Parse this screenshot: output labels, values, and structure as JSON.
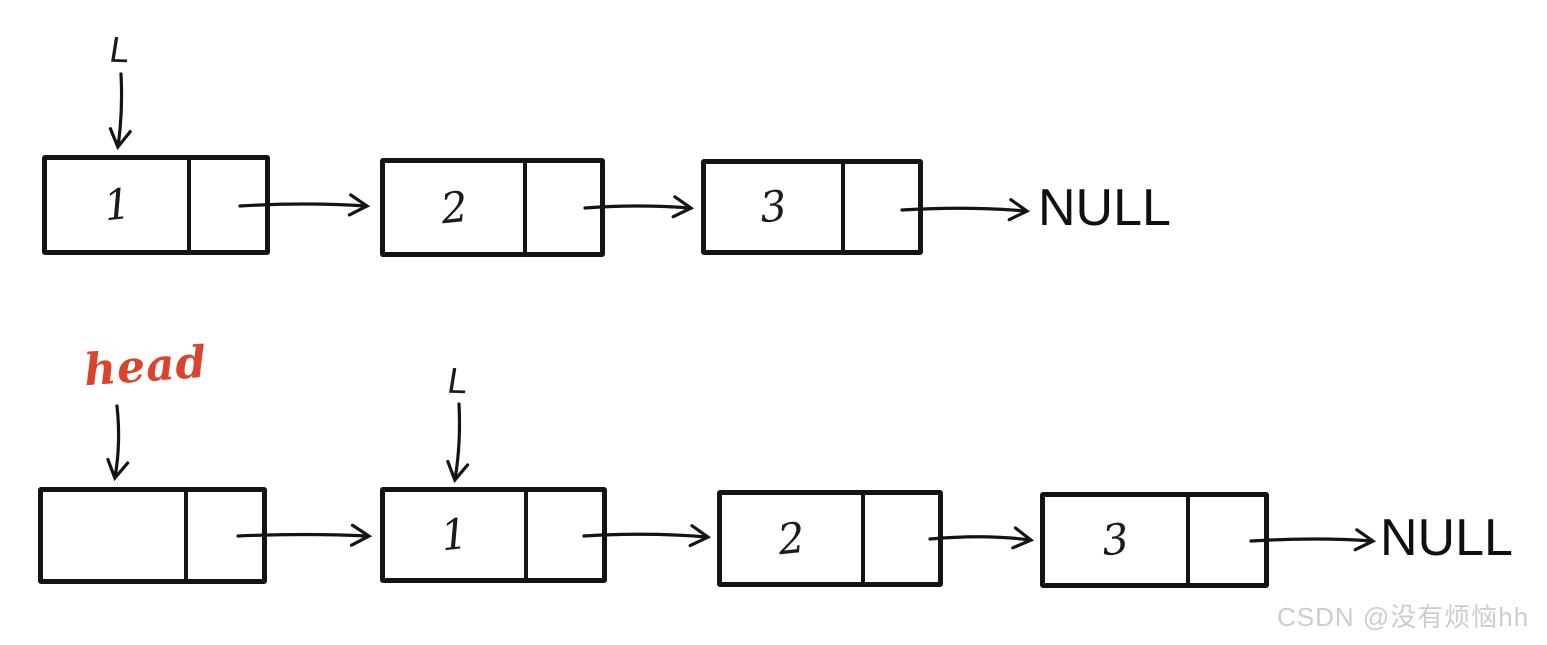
{
  "colors": {
    "ink": "#141414",
    "head_accent": "#d8452c",
    "watermark_gray": "#cdcdcd",
    "background": "#ffffff"
  },
  "lists": [
    {
      "pointer_label": "L",
      "nodes": [
        {
          "value": "1"
        },
        {
          "value": "2"
        },
        {
          "value": "3"
        }
      ],
      "terminator": "NULL"
    },
    {
      "head_label": "head",
      "pointer_label": "L",
      "nodes": [
        {
          "value": ""
        },
        {
          "value": "1"
        },
        {
          "value": "2"
        },
        {
          "value": "3"
        }
      ],
      "terminator": "NULL"
    }
  ],
  "watermark": "CSDN @没有烦恼hh"
}
